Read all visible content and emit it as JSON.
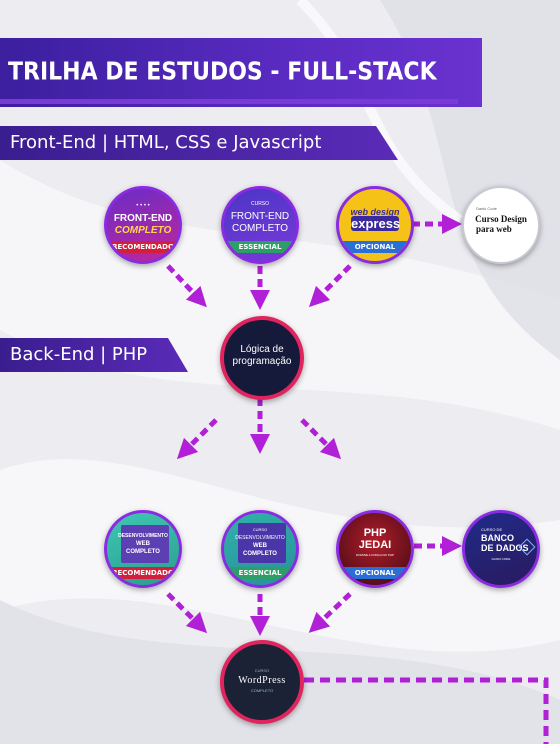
{
  "header": {
    "title": "TRILHA DE ESTUDOS - FULL-STACK MASTER"
  },
  "sections": {
    "front_end": "Front-End | HTML, CSS e Javascript",
    "back_end": "Back-End | PHP"
  },
  "nodes": {
    "fe_completo": {
      "top": "• • • •",
      "line1": "FRONT-END",
      "line2": "COMPLETO",
      "badge": "RECOMENDADO"
    },
    "fe_essencial": {
      "top": "CURSO",
      "line1": "FRONT-END",
      "line2": "COMPLETO",
      "badge": "ESSENCIAL"
    },
    "web_express": {
      "line1": "web design",
      "line2": "express",
      "badge": "OPCIONAL"
    },
    "curso_design": {
      "small": "Danki Code",
      "line1": "Curso Design",
      "line2": "para web"
    },
    "logica": {
      "line1": "Lógica de",
      "line2": "programação"
    },
    "dev_web_rec": {
      "line1": "DESENVOLVIMENTO",
      "line2": "WEB",
      "line3": "COMPLETO",
      "badge": "RECOMENDADO"
    },
    "dev_web_ess": {
      "top": "CURSO",
      "line1": "DESENVOLVIMENTO",
      "line2": "WEB",
      "line3": "COMPLETO",
      "badge": "ESSENCIAL"
    },
    "php_jedai": {
      "line1": "PHP",
      "line2": "JEDAI",
      "sub": "DOMINE A FORÇA DO PHP",
      "badge": "OPCIONAL"
    },
    "banco_dados": {
      "top": "CURSO DE",
      "line1": "BANCO",
      "line2": "DE DADOS",
      "sub": "DANKI CODE"
    },
    "wordpress": {
      "top": "CURSO",
      "line1": "WordPress",
      "sub": "COMPLETO"
    }
  },
  "colors": {
    "banner": "#4a24b0",
    "arrow": "#b11fd6",
    "ring_red": "#e0245e",
    "ring_purple": "#8a2be2"
  }
}
